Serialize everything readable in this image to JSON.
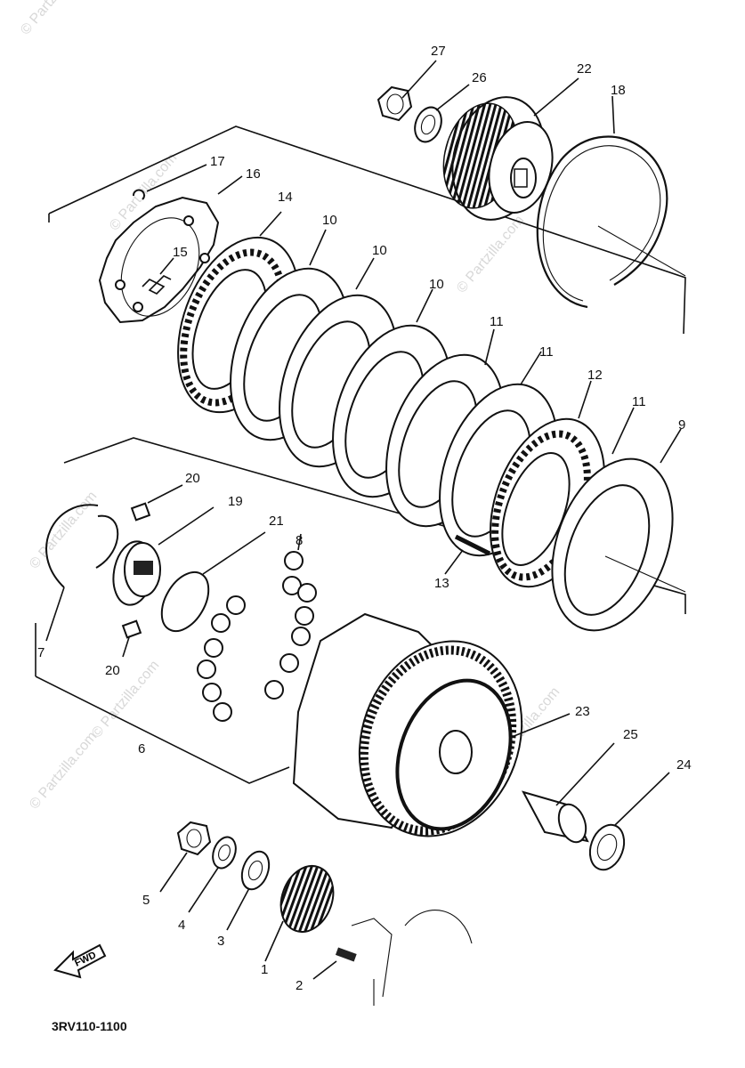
{
  "diagram_code": "3RV110-1100",
  "fwd_label": "FWD",
  "watermark": "© Partzilla.com",
  "callouts": [
    {
      "id": "c27",
      "text": "27"
    },
    {
      "id": "c26",
      "text": "26"
    },
    {
      "id": "c22",
      "text": "22"
    },
    {
      "id": "c18",
      "text": "18"
    },
    {
      "id": "c17",
      "text": "17"
    },
    {
      "id": "c16",
      "text": "16"
    },
    {
      "id": "c14",
      "text": "14"
    },
    {
      "id": "c15",
      "text": "15"
    },
    {
      "id": "c10a",
      "text": "10"
    },
    {
      "id": "c10b",
      "text": "10"
    },
    {
      "id": "c10c",
      "text": "10"
    },
    {
      "id": "c11a",
      "text": "11"
    },
    {
      "id": "c11b",
      "text": "11"
    },
    {
      "id": "c12",
      "text": "12"
    },
    {
      "id": "c11c",
      "text": "11"
    },
    {
      "id": "c9",
      "text": "9"
    },
    {
      "id": "c13",
      "text": "13"
    },
    {
      "id": "c20a",
      "text": "20"
    },
    {
      "id": "c19",
      "text": "19"
    },
    {
      "id": "c21",
      "text": "21"
    },
    {
      "id": "c8",
      "text": "8"
    },
    {
      "id": "c7",
      "text": "7"
    },
    {
      "id": "c20b",
      "text": "20"
    },
    {
      "id": "c6",
      "text": "6"
    },
    {
      "id": "c23",
      "text": "23"
    },
    {
      "id": "c25",
      "text": "25"
    },
    {
      "id": "c24",
      "text": "24"
    },
    {
      "id": "c5",
      "text": "5"
    },
    {
      "id": "c4",
      "text": "4"
    },
    {
      "id": "c3",
      "text": "3"
    },
    {
      "id": "c1",
      "text": "1"
    },
    {
      "id": "c2",
      "text": "2"
    }
  ]
}
